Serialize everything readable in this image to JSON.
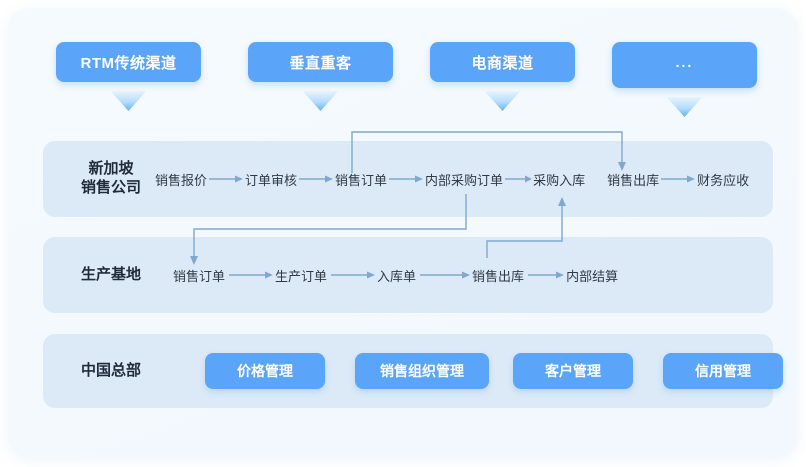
{
  "theme": {
    "accent": "#5aa5fa",
    "band_bg": "#dceaf7",
    "card_bg": "#f4f9fd",
    "connector": "#7fa8cf",
    "text_dark": "#1f2b3a"
  },
  "channels": [
    {
      "label": "RTM传统渠道",
      "has_arrow": true
    },
    {
      "label": "垂直重客",
      "has_arrow": true
    },
    {
      "label": "电商渠道",
      "has_arrow": true
    },
    {
      "label": "...",
      "has_arrow": true
    }
  ],
  "rows": [
    {
      "title_line1": "新加坡",
      "title_line2": "销售公司",
      "steps": [
        {
          "label": "销售报价",
          "arrow_after": true
        },
        {
          "label": "订单审核",
          "arrow_after": true
        },
        {
          "label": "销售订单",
          "arrow_after": true
        },
        {
          "label": "内部采购订单",
          "arrow_after": true
        },
        {
          "label": "采购入库",
          "arrow_after": false
        },
        {
          "label": "销售出库",
          "arrow_after": true
        },
        {
          "label": "财务应收",
          "arrow_after": false
        }
      ]
    },
    {
      "title_line1": "生产基地",
      "title_line2": "",
      "steps": [
        {
          "label": "销售订单",
          "arrow_after": true
        },
        {
          "label": "生产订单",
          "arrow_after": true
        },
        {
          "label": "入库单",
          "arrow_after": true
        },
        {
          "label": "销售出库",
          "arrow_after": true
        },
        {
          "label": "内部结算",
          "arrow_after": false
        }
      ]
    }
  ],
  "hq": {
    "title_line1": "中国总部",
    "title_line2": "",
    "buttons": [
      {
        "label": "价格管理"
      },
      {
        "label": "销售组织管理"
      },
      {
        "label": "客户管理"
      },
      {
        "label": "信用管理"
      }
    ]
  },
  "connectors": [
    {
      "name": "sales-order-to-sales-outbound",
      "from": "销售订单",
      "to": "销售出库"
    },
    {
      "name": "internal-po-to-base-sales-order",
      "from": "内部采购订单",
      "to": "销售订单"
    },
    {
      "name": "base-outbound-to-purchase-inbound",
      "from": "销售出库",
      "to": "采购入库"
    }
  ]
}
